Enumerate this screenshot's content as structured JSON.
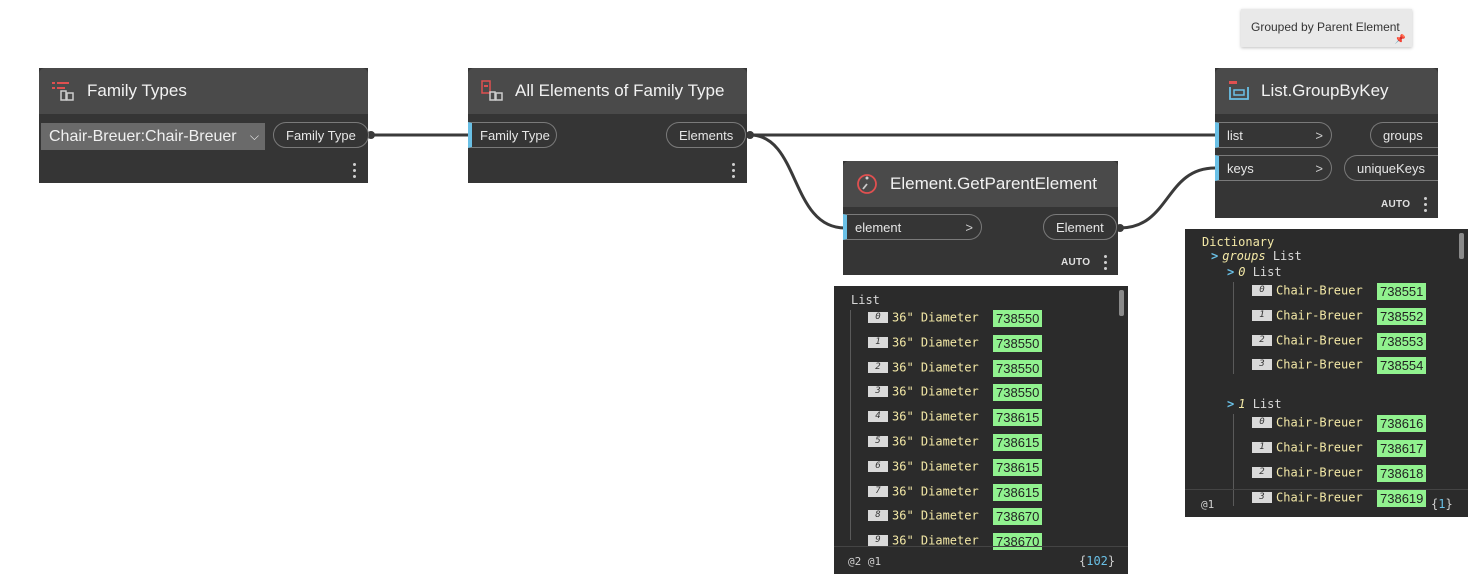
{
  "note": {
    "text": "Grouped by Parent Element"
  },
  "nodes": {
    "family_types": {
      "title": "Family Types",
      "dropdown_value": "Chair-Breuer:Chair-Breuer",
      "output_port": "Family Type"
    },
    "all_elements": {
      "title": "All Elements of Family Type",
      "input_port": "Family Type",
      "output_port": "Elements"
    },
    "get_parent": {
      "title": "Element.GetParentElement",
      "input_port": "element",
      "output_port": "Element",
      "lacing": "AUTO"
    },
    "group_by_key": {
      "title": "List.GroupByKey",
      "input_ports": [
        "list",
        "keys"
      ],
      "output_ports": [
        "groups",
        "uniqueKeys"
      ],
      "lacing": "AUTO"
    }
  },
  "preview_parent": {
    "header": "List",
    "rows": [
      {
        "index": "0",
        "text": "36\" Diameter",
        "id": "738550"
      },
      {
        "index": "1",
        "text": "36\" Diameter",
        "id": "738550"
      },
      {
        "index": "2",
        "text": "36\" Diameter",
        "id": "738550"
      },
      {
        "index": "3",
        "text": "36\" Diameter",
        "id": "738550"
      },
      {
        "index": "4",
        "text": "36\" Diameter",
        "id": "738615"
      },
      {
        "index": "5",
        "text": "36\" Diameter",
        "id": "738615"
      },
      {
        "index": "6",
        "text": "36\" Diameter",
        "id": "738615"
      },
      {
        "index": "7",
        "text": "36\" Diameter",
        "id": "738615"
      },
      {
        "index": "8",
        "text": "36\" Diameter",
        "id": "738670"
      },
      {
        "index": "9",
        "text": "36\" Diameter",
        "id": "738670"
      }
    ],
    "levels": "@2 @1",
    "count": "102"
  },
  "preview_groups": {
    "header": "Dictionary",
    "key_name": "groups",
    "key_type": "List",
    "sublists": [
      {
        "index": "0",
        "label": "List",
        "rows": [
          {
            "index": "0",
            "text": "Chair-Breuer",
            "id": "738551"
          },
          {
            "index": "1",
            "text": "Chair-Breuer",
            "id": "738552"
          },
          {
            "index": "2",
            "text": "Chair-Breuer",
            "id": "738553"
          },
          {
            "index": "3",
            "text": "Chair-Breuer",
            "id": "738554"
          }
        ]
      },
      {
        "index": "1",
        "label": "List",
        "rows": [
          {
            "index": "0",
            "text": "Chair-Breuer",
            "id": "738616"
          },
          {
            "index": "1",
            "text": "Chair-Breuer",
            "id": "738617"
          },
          {
            "index": "2",
            "text": "Chair-Breuer",
            "id": "738618"
          },
          {
            "index": "3",
            "text": "Chair-Breuer",
            "id": "738619"
          }
        ]
      }
    ],
    "levels": "@1",
    "count": "1"
  },
  "colors": {
    "wire": "#3a3a3a",
    "port_accent": "#6ac0e6",
    "element_id_bg": "#91f28f",
    "value_text": "#f3e8a6"
  }
}
